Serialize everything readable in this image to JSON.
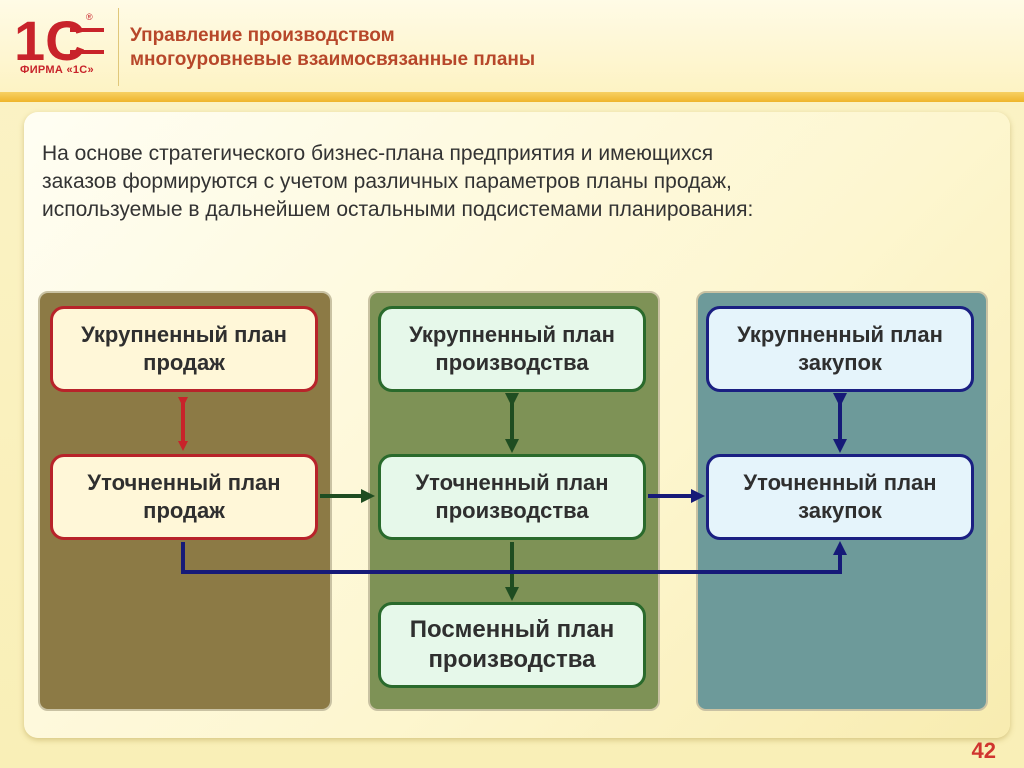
{
  "header": {
    "logo_text": "1С",
    "logo_caption": "ФИРМА «1С»",
    "logo_reg": "®",
    "title_line1": "Управление производством",
    "title_line2": "многоуровневые взаимосвязанные планы"
  },
  "intro": "На основе стратегического бизнес-плана предприятия и имеющихся заказов формируются с учетом различных параметров планы продаж, используемые в дальнейшем остальными подсистемами планирования:",
  "columns": {
    "sales": {
      "top": {
        "line1": "Укрупненный план",
        "line2": "продаж"
      },
      "bottom": {
        "line1": "Уточненный план",
        "line2": "продаж"
      }
    },
    "production": {
      "top": {
        "line1": "Укрупненный план",
        "line2": "производства"
      },
      "middle": {
        "line1": "Уточненный план",
        "line2": "производства"
      },
      "bottom": {
        "line1": "Посменный план",
        "line2": "производства"
      }
    },
    "purchases": {
      "top": {
        "line1": "Укрупненный план",
        "line2": "закупок"
      },
      "bottom": {
        "line1": "Уточненный план",
        "line2": "закупок"
      }
    }
  },
  "colors": {
    "sales_border": "#b8232a",
    "production_border": "#2a6a2c",
    "purchases_border": "#1a1f82",
    "accent": "#b7472a"
  },
  "page_number": "42"
}
